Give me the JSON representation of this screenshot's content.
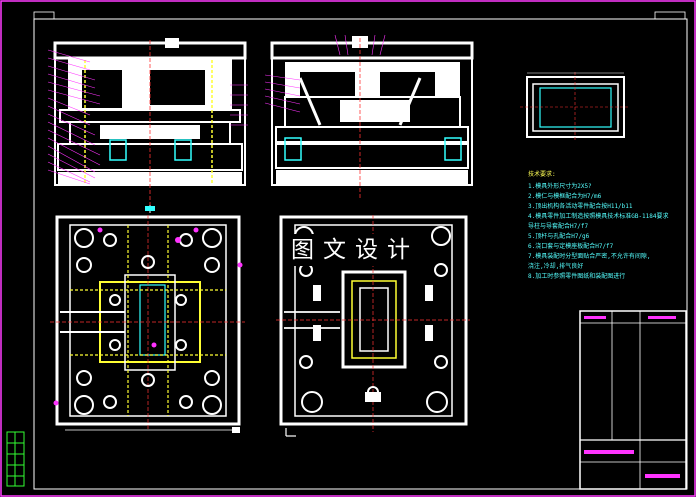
{
  "watermark": "图文设计",
  "tech_notes": {
    "heading": "技术要求:",
    "items": [
      "1.模具外形尺寸为2X5?",
      "2.模仁与模框配合为H7/m6",
      "3.顶出机构各活动零件配合按H11/b11",
      "4.模具零件加工制造按照模具技术标准GB-1184要求",
      "  导柱与导套配合H7/f7",
      "5.顶杆与孔配合H7/g6",
      "6.浇口套与定模座板配合H7/f7",
      "7.模具装配时分型面贴合严密,不允许有间隙,",
      "  浇注,冷却,排气良好",
      "8.加工时参照零件图纸和装配图进行"
    ]
  },
  "colors": {
    "background": "#000000",
    "border": "#ff3cff",
    "outline": "#ffffff",
    "cyan": "#33ffff",
    "yellow": "#ffff33",
    "magenta": "#ff33ff",
    "red": "#ff3333",
    "green": "#33ff33"
  }
}
